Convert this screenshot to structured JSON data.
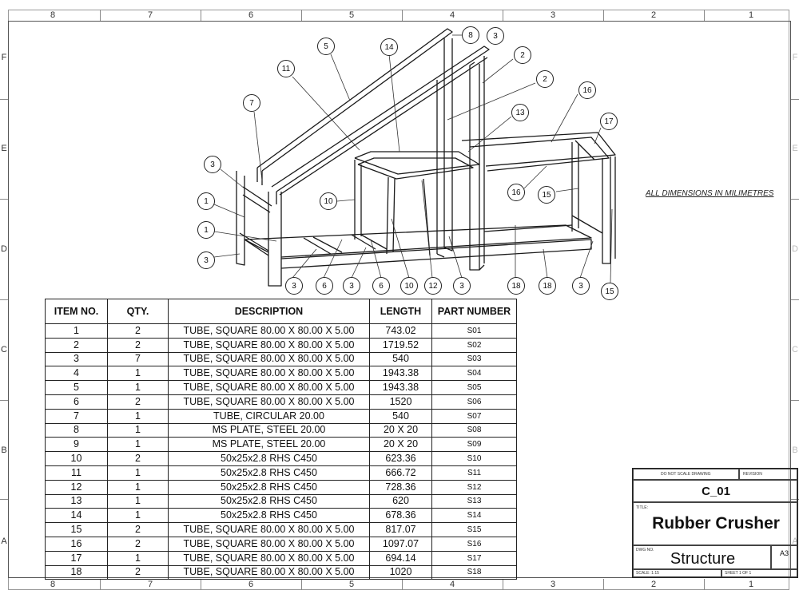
{
  "zones": {
    "columns": [
      "8",
      "7",
      "6",
      "5",
      "4",
      "3",
      "2",
      "1"
    ],
    "rows": [
      "F",
      "E",
      "D",
      "C",
      "B",
      "A"
    ]
  },
  "callouts": [
    "5",
    "14",
    "8",
    "3",
    "2",
    "11",
    "2",
    "7",
    "13",
    "16",
    "17",
    "3",
    "10",
    "16",
    "15",
    "1",
    "1",
    "3",
    "3",
    "6",
    "3",
    "6",
    "10",
    "12",
    "3",
    "18",
    "18",
    "3",
    "15"
  ],
  "note": "ALL DIMENSIONS IN MILIMETRES",
  "bom": {
    "headers": [
      "ITEM NO.",
      "QTY.",
      "DESCRIPTION",
      "LENGTH",
      "PART NUMBER"
    ],
    "rows": [
      [
        "1",
        "2",
        "TUBE, SQUARE 80.00 X 80.00 X 5.00",
        "743.02",
        "S01"
      ],
      [
        "2",
        "2",
        "TUBE, SQUARE 80.00 X 80.00 X 5.00",
        "1719.52",
        "S02"
      ],
      [
        "3",
        "7",
        "TUBE, SQUARE 80.00 X 80.00 X 5.00",
        "540",
        "S03"
      ],
      [
        "4",
        "1",
        "TUBE, SQUARE 80.00 X 80.00 X 5.00",
        "1943.38",
        "S04"
      ],
      [
        "5",
        "1",
        "TUBE, SQUARE 80.00 X 80.00 X 5.00",
        "1943.38",
        "S05"
      ],
      [
        "6",
        "2",
        "TUBE, SQUARE 80.00 X 80.00 X 5.00",
        "1520",
        "S06"
      ],
      [
        "7",
        "1",
        "TUBE, CIRCULAR 20.00",
        "540",
        "S07"
      ],
      [
        "8",
        "1",
        "MS PLATE, STEEL 20.00",
        "20 X 20",
        "S08"
      ],
      [
        "9",
        "1",
        "MS PLATE, STEEL 20.00",
        "20 X 20",
        "S09"
      ],
      [
        "10",
        "2",
        "50x25x2.8 RHS C450",
        "623.36",
        "S10"
      ],
      [
        "11",
        "1",
        "50x25x2.8 RHS C450",
        "666.72",
        "S11"
      ],
      [
        "12",
        "1",
        "50x25x2.8 RHS C450",
        "728.36",
        "S12"
      ],
      [
        "13",
        "1",
        "50x25x2.8 RHS C450",
        "620",
        "S13"
      ],
      [
        "14",
        "1",
        "50x25x2.8 RHS C450",
        "678.36",
        "S14"
      ],
      [
        "15",
        "2",
        "TUBE, SQUARE 80.00 X 80.00 X 5.00",
        "817.07",
        "S15"
      ],
      [
        "16",
        "2",
        "TUBE, SQUARE 80.00 X 80.00 X 5.00",
        "1097.07",
        "S16"
      ],
      [
        "17",
        "1",
        "TUBE, SQUARE 80.00 X 80.00 X 5.00",
        "694.14",
        "S17"
      ],
      [
        "18",
        "2",
        "TUBE, SQUARE 80.00 X 80.00 X 5.00",
        "1020",
        "S18"
      ]
    ]
  },
  "title_block": {
    "do_not_scale": "DO NOT SCALE DRAWING",
    "revision_label": "REVISION",
    "drawing_number": "C_01",
    "title_label": "TITLE:",
    "title": "Rubber Crusher",
    "dwg_no_label": "DWG NO.",
    "subtitle": "Structure",
    "size": "A3",
    "scale": "SCALE: 1:15",
    "sheet": "SHEET 1 OF 1"
  }
}
